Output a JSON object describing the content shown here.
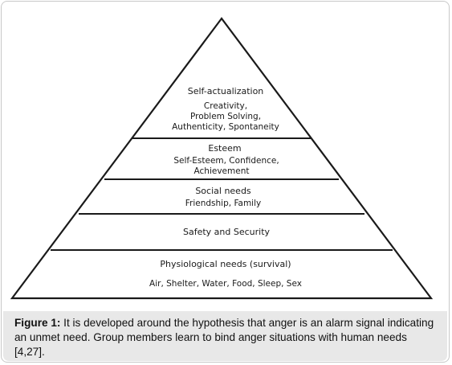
{
  "pyramid": {
    "levels": [
      {
        "title": "Self-actualization",
        "lines": [
          "Creativity,",
          "Problem Solving,",
          "Authenticity, Spontaneity"
        ]
      },
      {
        "title": "Esteem",
        "lines": [
          "Self-Esteem, Confidence,",
          "Achievement"
        ]
      },
      {
        "title": "Social needs",
        "lines": [
          "Friendship, Family"
        ]
      },
      {
        "title": "Safety and Security",
        "lines": []
      },
      {
        "title": "Physiological needs (survival)",
        "lines": [
          "Air, Shelter, Water, Food, Sleep, Sex"
        ]
      }
    ]
  },
  "caption": {
    "label": "Figure 1:",
    "text": " It is developed around the hypothesis that anger is an alarm signal indicating an unmet need. Group members learn to bind anger situations with human needs [4,27]."
  }
}
